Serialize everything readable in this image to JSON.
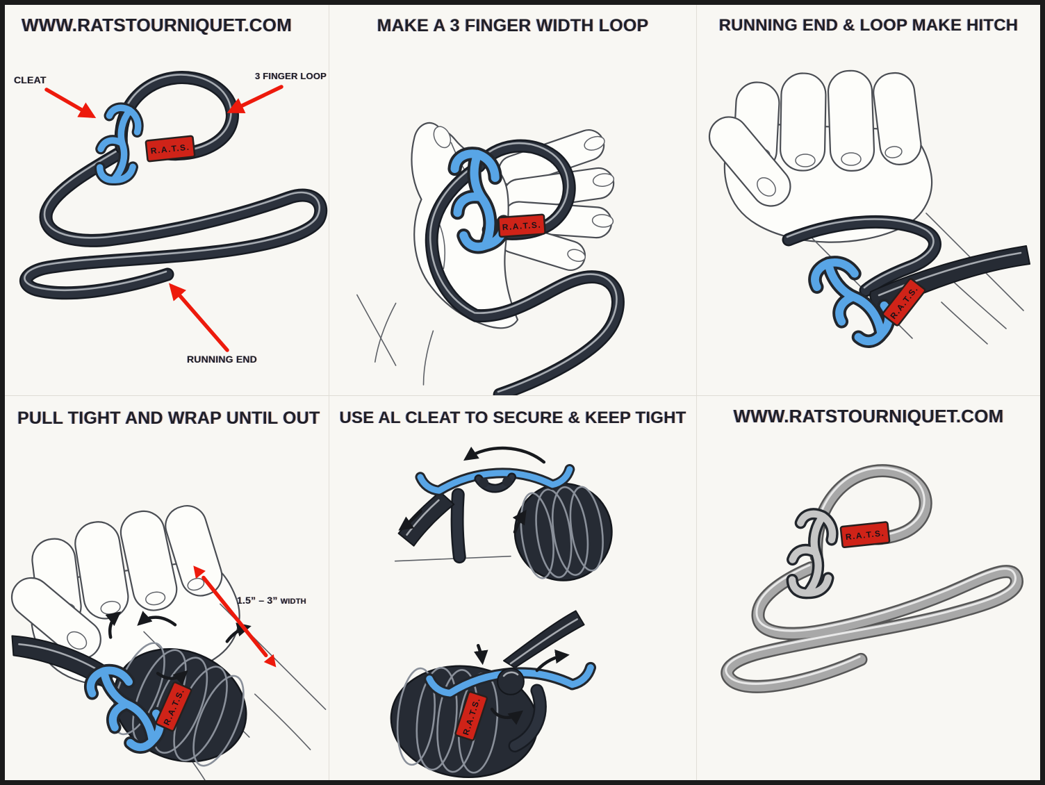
{
  "site": "WWW.RATSTOURNIQUET.COM",
  "brand": "R.A.T.S.",
  "colors": {
    "band_dark": "#2c323d",
    "band_gray": "#a8a8a8",
    "cleat_blue": "#58a5e6",
    "tag_red": "#cf2318",
    "arrow_red": "#ed1a0c",
    "paper": "#f8f7f3"
  },
  "panels": [
    {
      "title": "WWW.RATSTOURNIQUET.COM",
      "labels": {
        "cleat": "CLEAT",
        "finger_loop": "3 FINGER LOOP",
        "running_end": "RUNNING END"
      },
      "tag": "R.A.T.S."
    },
    {
      "title": "MAKE A 3 FINGER WIDTH LOOP",
      "tag": "R.A.T.S."
    },
    {
      "title": "RUNNING END & LOOP MAKE HITCH",
      "tag": "R.A.T.S."
    },
    {
      "title": "PULL TIGHT AND WRAP UNTIL OUT",
      "labels": {
        "width_range": "1.5” – 3”",
        "width_word": "WIDTH"
      },
      "tag": "R.A.T.S."
    },
    {
      "title": "USE AL CLEAT TO SECURE & KEEP TIGHT",
      "tag": "R.A.T.S."
    },
    {
      "title": "WWW.RATSTOURNIQUET.COM",
      "tag": "R.A.T.S."
    }
  ]
}
